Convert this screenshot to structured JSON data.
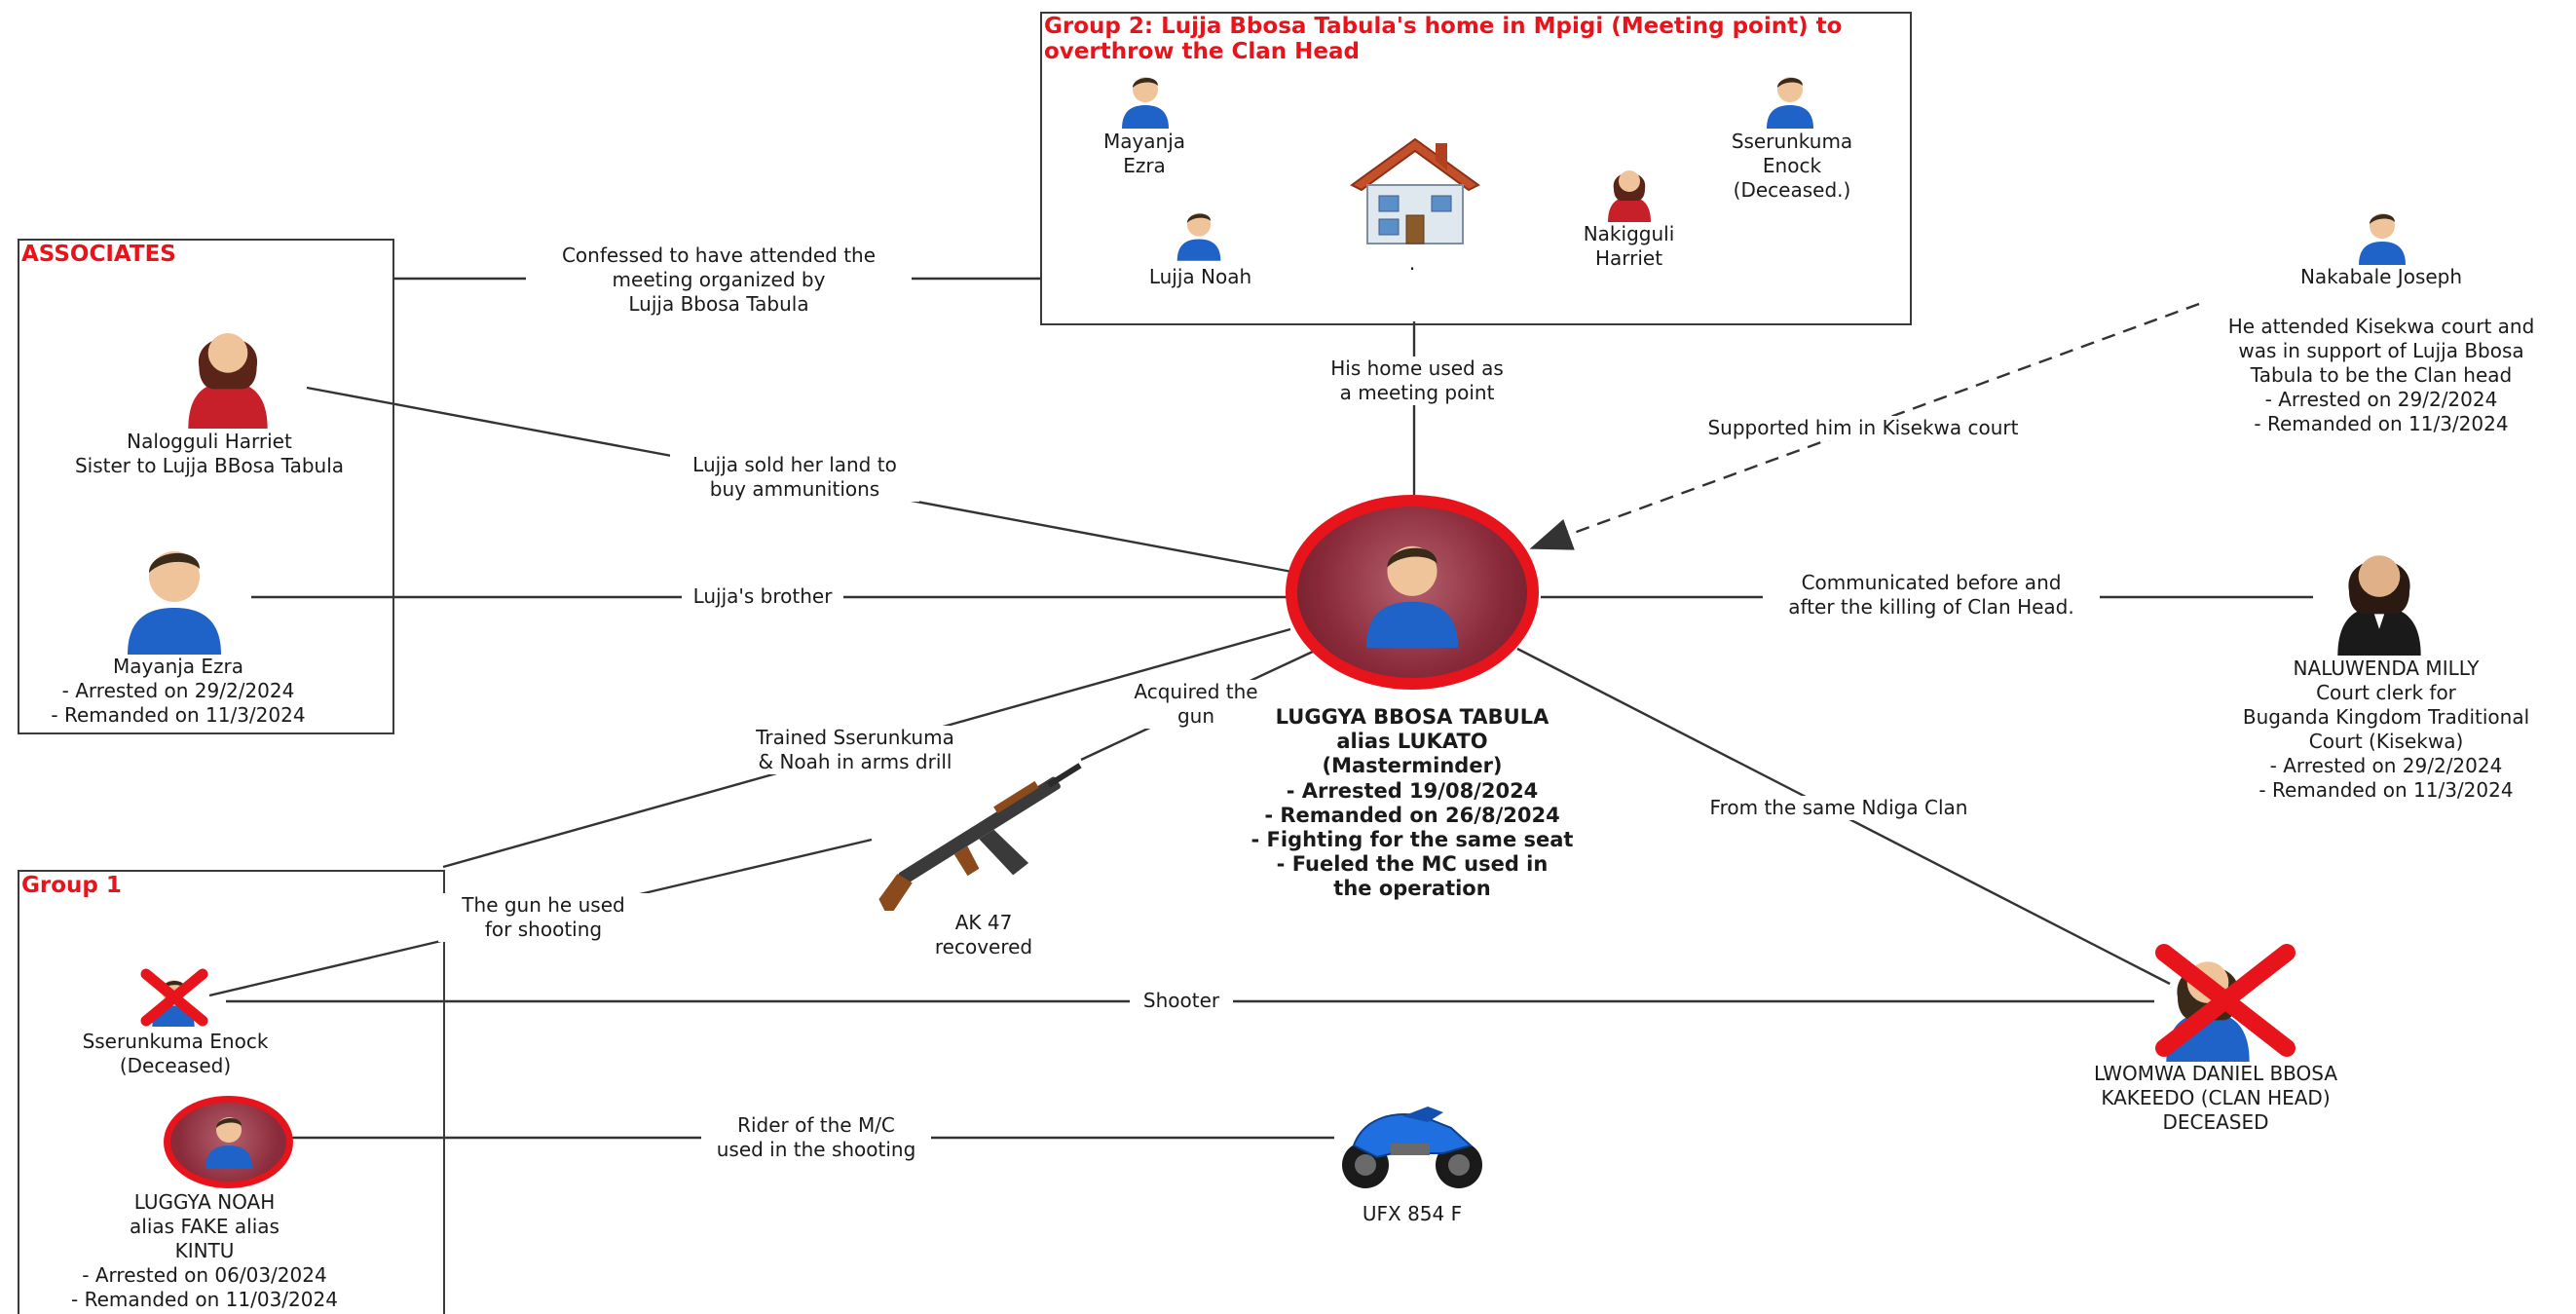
{
  "groups": {
    "group2_title": "Group 2: Lujja Bbosa Tabula's  home in Mpigi (Meeting point) to overthrow the Clan Head",
    "associates_title": "ASSOCIATES",
    "group1_title": "Group 1"
  },
  "nodes": {
    "center": {
      "name": "LUGGYA BBOSA TABULA\nalias LUKATO\n(Masterminder)",
      "details": "- Arrested 19/08/2024\n- Remanded on 26/8/2024\n- Fighting for the same seat\n- Fueled the MC used in\nthe operation"
    },
    "g2_mayanja": "Mayanja\nEzra",
    "g2_lujja_noah": "Lujja Noah",
    "g2_nakigguli": "Nakigguli\nHarriet",
    "g2_sserunkuma": "Sserunkuma\nEnock\n(Deceased.)",
    "g2_house_dot": ".",
    "associate_harriet": "Nalogguli Harriet\nSister to Lujja BBosa Tabula",
    "associate_mayanja": "Mayanja Ezra\n- Arrested on 29/2/2024\n- Remanded on 11/3/2024",
    "nakabale": "Nakabale Joseph",
    "nakabale_note": "He attended Kisekwa court and\nwas in support of  Lujja Bbosa\nTabula to be the Clan head\n- Arrested on 29/2/2024\n- Remanded on 11/3/2024",
    "naluwenda": "NALUWENDA MILLY\nCourt clerk for\nBuganda Kingdom Traditional\nCourt (Kisekwa)\n- Arrested on 29/2/2024\n- Remanded on 11/3/2024",
    "ak47": "AK 47\nrecovered",
    "g1_sserunkuma": "Sserunkuma Enock\n(Deceased)",
    "g1_noah": "LUGGYA NOAH\nalias FAKE alias\nKINTU\n- Arrested on 06/03/2024\n- Remanded on 11/03/2024",
    "motorcycle": "UFX 854 F",
    "clan_head": "LWOMWA DANIEL BBOSA\nKAKEEDO (CLAN HEAD)\nDECEASED"
  },
  "edges": {
    "confessed": "Confessed to have attended the\nmeeting organized by\nLujja Bbosa Tabula",
    "home_used": "His home used as\na meeting point",
    "supported": "Supported him in Kisekwa court",
    "sold_land": "Lujja sold her land to\nbuy ammunitions",
    "brother": "Lujja's brother",
    "communicated": "Communicated before and\nafter  the killing of Clan Head.",
    "acquired": "Acquired the\ngun",
    "trained": "Trained Sserunkuma\n& Noah in arms drill",
    "same_clan": "From the same Ndiga Clan",
    "gun_used": "The gun he used\nfor shooting",
    "shooter": "Shooter",
    "rider": "Rider of the M/C\nused in the shooting"
  },
  "icons": {
    "center": "person-icon",
    "house": "house-icon",
    "gun": "rifle-icon",
    "motorcycle": "motorcycle-icon",
    "deceased": "red-x-icon"
  },
  "colors": {
    "title_red": "#e8141b",
    "center_ring": "#e8141b",
    "center_fill": "#8a2a3a",
    "male_shirt": "#1f63c9",
    "female_dress": "#c8202a",
    "line": "#333333"
  }
}
